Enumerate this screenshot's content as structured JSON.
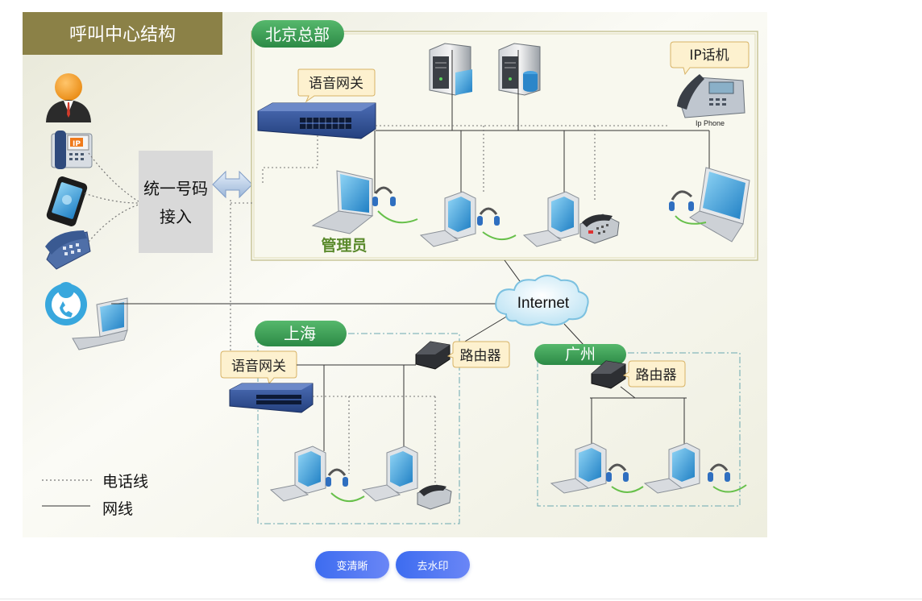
{
  "title": "呼叫中心结构",
  "access_box": {
    "line1": "统一号码",
    "line2": "接入"
  },
  "regions": {
    "beijing": "北京总部",
    "shanghai": "上海",
    "guangzhou": "广州"
  },
  "callouts": {
    "voice_gateway_bj": "语音网关",
    "ip_phone": "IP话机",
    "voice_gateway_sh": "语音网关",
    "router_sh": "路由器",
    "router_gz": "路由器"
  },
  "labels": {
    "admin": "管理员",
    "ip_phone_caption": "Ip Phone",
    "internet": "Internet",
    "ip_badge": "IP"
  },
  "legend": {
    "phone_line": "电话线",
    "network_line": "网线"
  },
  "buttons": {
    "clear": "变清晰",
    "watermark": "去水印"
  },
  "colors": {
    "title_bg": "#8b8147",
    "region_green": "#3a9a55",
    "callout_bg": "#fdf1cf",
    "callout_border": "#d8b366",
    "admin_text": "#5a8a2c",
    "button_blue": "#4a73f2"
  }
}
